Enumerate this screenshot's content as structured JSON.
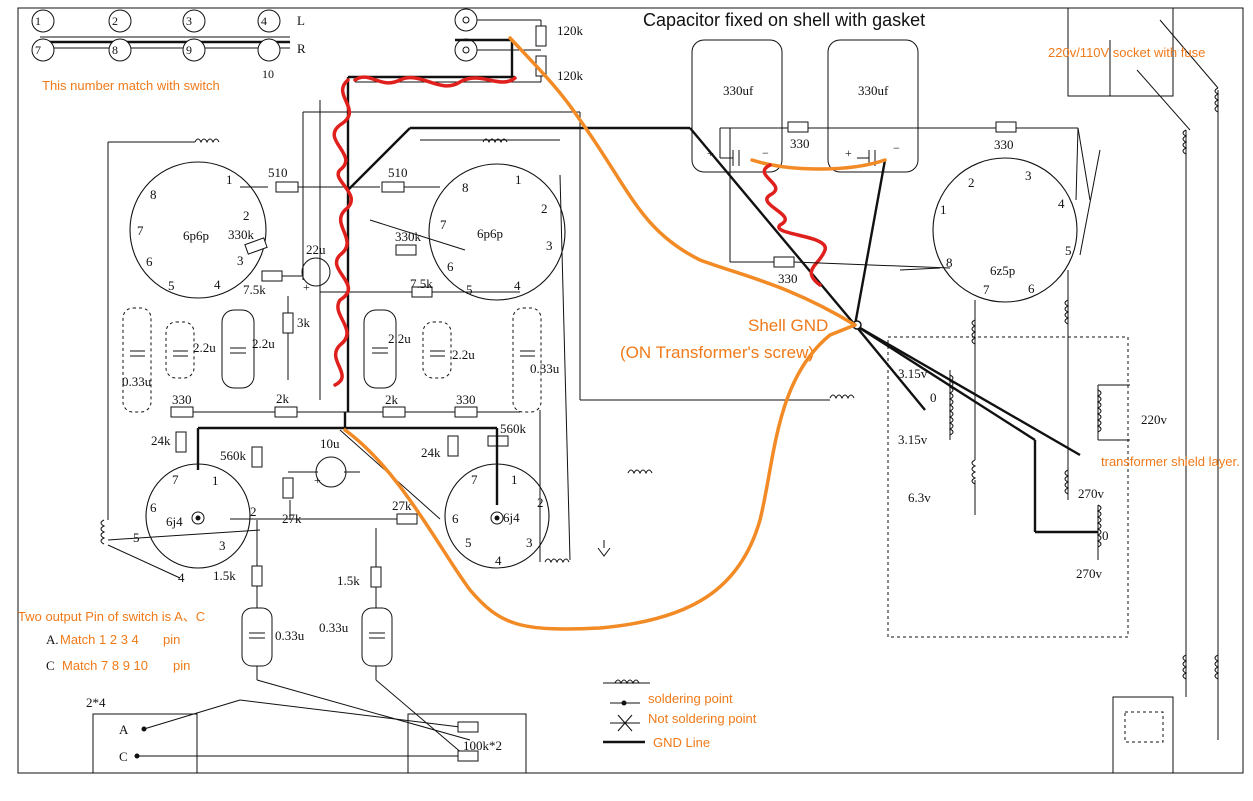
{
  "title": "Capacitor fixed on shell with gasket",
  "switch": {
    "top_row": [
      "1",
      "2",
      "3",
      "4"
    ],
    "bottom_row": [
      "7",
      "8",
      "9",
      "10"
    ],
    "left_label": "L",
    "right_label": "R",
    "note": "This number match with switch"
  },
  "notes": {
    "output_pins": "Two output Pin of switch is A、C",
    "match_a_prefix": "A.",
    "match_a": "Match 1 2 3 4",
    "match_a_suffix": "pin",
    "match_c_prefix": "C",
    "match_c": "Match 7 8 9 10",
    "match_c_suffix": "pin",
    "socket": "220v/110V socket with fuse",
    "shell_gnd": "Shell GND",
    "shell_gnd_sub": "(ON Transformer's screw)",
    "shield": "transformer shield layer."
  },
  "tubes": {
    "left_power": "6p6p",
    "right_power": "6p6p",
    "rectifier": "6z5p",
    "left_driver": "6j4",
    "right_driver": "6j4"
  },
  "components": {
    "r120k_a": "120k",
    "r120k_b": "120k",
    "cap330_a": "330uf",
    "cap330_b": "330uf",
    "r330_a": "330",
    "r330_b": "330",
    "r330_c": "330",
    "r510_a": "510",
    "r510_b": "510",
    "r330k_a": "330k",
    "r330k_b": "330k",
    "c22u": "22u",
    "r7_5k_a": "7.5k",
    "r7_5k_b": "7.5k",
    "r3k": "3k",
    "c2_2u_a": "2.2u",
    "c2_2u_b": "2.2u",
    "c2_2u_c": "2.2u",
    "c2_2u_d": "2.2u",
    "c0_33u_a": "0.33u",
    "c0_33u_b": "0.33u",
    "c0_33u_c": "0.33u",
    "c0_33u_d": "0.33u",
    "r330_d": "330",
    "r330_e": "330",
    "r2k_a": "2k",
    "r2k_b": "2k",
    "r24k_a": "24k",
    "r24k_b": "24k",
    "r560k_a": "560k",
    "r560k_b": "560k",
    "c10u": "10u",
    "r27k_a": "27k",
    "r27k_b": "27k",
    "r1_5k_a": "1.5k",
    "r1_5k_b": "1.5k",
    "pot": "100k*2",
    "sel": "2*4",
    "sel_a": "A",
    "sel_c": "C",
    "v315_a": "3.15v",
    "v0_a": "0",
    "v315_b": "3.15v",
    "v63": "6.3v",
    "v220": "220v",
    "v270_a": "270v",
    "v0_b": "0",
    "v270_b": "270v"
  },
  "pins": {
    "pp_l": [
      "1",
      "2",
      "3",
      "4",
      "5",
      "6",
      "7",
      "8"
    ],
    "pp_r": [
      "1",
      "2",
      "3",
      "4",
      "5",
      "6",
      "7",
      "8"
    ],
    "rect": [
      "1",
      "2",
      "3",
      "4",
      "5",
      "6",
      "7",
      "8"
    ],
    "drv_l": [
      "1",
      "2",
      "3",
      "4",
      "5",
      "6",
      "7"
    ],
    "drv_r": [
      "1",
      "2",
      "3",
      "4",
      "5",
      "6",
      "7"
    ]
  },
  "legend": {
    "soldering": "soldering point",
    "not_soldering": "Not soldering point",
    "gnd_line": "GND Line"
  }
}
